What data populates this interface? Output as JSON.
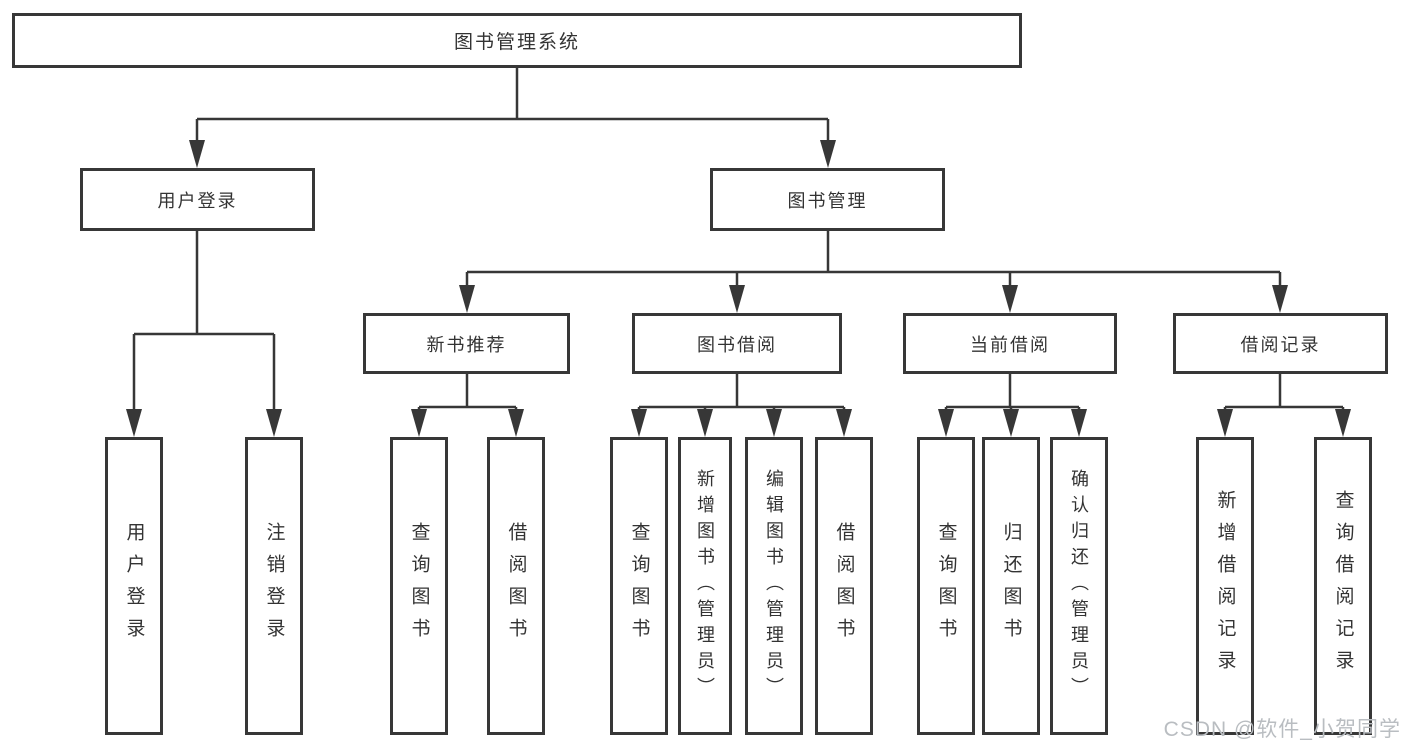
{
  "diagram": {
    "root": {
      "label": "图书管理系统"
    },
    "branches": [
      {
        "label": "用户登录",
        "children": [
          {
            "label": "用户登录"
          },
          {
            "label": "注销登录"
          }
        ]
      },
      {
        "label": "图书管理",
        "children": [
          {
            "label": "新书推荐",
            "children": [
              {
                "label": "查询图书"
              },
              {
                "label": "借阅图书"
              }
            ]
          },
          {
            "label": "图书借阅",
            "children": [
              {
                "label": "查询图书"
              },
              {
                "label": "新增图书（管理员）"
              },
              {
                "label": "编辑图书（管理员）"
              },
              {
                "label": "借阅图书"
              }
            ]
          },
          {
            "label": "当前借阅",
            "children": [
              {
                "label": "查询图书"
              },
              {
                "label": "归还图书"
              },
              {
                "label": "确认归还（管理员）"
              }
            ]
          },
          {
            "label": "借阅记录",
            "children": [
              {
                "label": "新增借阅记录"
              },
              {
                "label": "查询借阅记录"
              }
            ]
          }
        ]
      }
    ]
  },
  "watermark": "CSDN @软件_小贺同学",
  "colors": {
    "line": "#373737",
    "text": "#333333",
    "box_fill": "#ffffff",
    "watermark": "#b9bdc1"
  }
}
